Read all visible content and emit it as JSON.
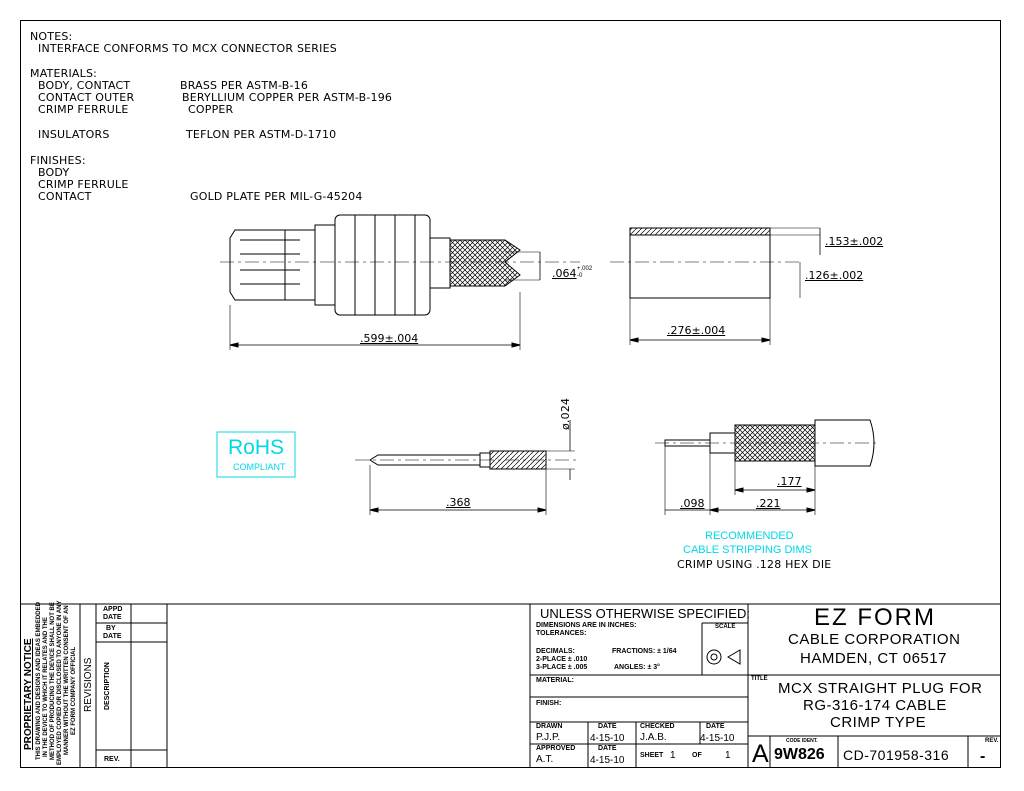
{
  "notes": {
    "heading": "NOTES:",
    "interface": "INTERFACE CONFORMS TO MCX CONNECTOR SERIES"
  },
  "materials": {
    "heading": "MATERIALS:",
    "rows": [
      {
        "label": "BODY, CONTACT",
        "value": "BRASS PER ASTM-B-16"
      },
      {
        "label": "CONTACT OUTER",
        "value": "BERYLLIUM COPPER PER ASTM-B-196"
      },
      {
        "label": "CRIMP FERRULE",
        "value": "COPPER"
      },
      {
        "label": "INSULATORS",
        "value": "TEFLON PER ASTM-D-1710"
      }
    ]
  },
  "finishes": {
    "heading": "FINISHES:",
    "rows": [
      {
        "label": "BODY",
        "value": ""
      },
      {
        "label": "CRIMP FERRULE",
        "value": ""
      },
      {
        "label": "CONTACT",
        "value": "GOLD PLATE PER MIL-G-45204"
      }
    ]
  },
  "dims": {
    "plug_length": ".599±.004",
    "ferrule_dia": ".064",
    "ferrule_tol_plus": "+.002",
    "ferrule_tol_minus": "-0",
    "sleeve_length": ".276±.004",
    "sleeve_od": ".153±.002",
    "sleeve_id": ".126±.002",
    "pin_dia": "ø.024",
    "pin_length": ".368",
    "strip_a": ".177",
    "strip_b": ".221",
    "strip_c": ".098"
  },
  "rohs": {
    "line1": "RoHS",
    "line2": "COMPLIANT"
  },
  "stripping": {
    "line1": "RECOMMENDED",
    "line2": "CABLE STRIPPING DIMS",
    "crimp": "CRIMP USING .128 HEX DIE"
  },
  "proprietary": {
    "title": "PROPRIETARY NOTICE",
    "lines": [
      "THIS DRAWING AND DESIGNS AND IDEAS EMBEDDED",
      "IN THE DEVICE TO WHICH IT RELATES AND THE",
      "METHOD OF PRODUCING THE DEVICE SHALL NOT BE",
      "EMPLOYED COPIED OR DISCLOSED TO ANYONE IN ANY",
      "MANNER WITHOUT THE WRITTEN CONSENT OF AN",
      "EZ FORM COMPANY OFFICIAL"
    ]
  },
  "revisions": {
    "label": "REVISIONS",
    "appd": "APPD",
    "date1": "DATE",
    "by": "BY",
    "date2": "DATE",
    "description": "DESCRIPTION",
    "rev": "REV."
  },
  "tolerance": {
    "heading": "UNLESS OTHERWISE SPECIFIED:",
    "dims_in": "DIMENSIONS ARE IN INCHES:",
    "tolerances": "TOLERANCES:",
    "scale": "SCALE",
    "decimals": "DECIMALS:",
    "fractions": "FRACTIONS:  ± 1/64",
    "two_place": "2-PLACE  ± .010",
    "three_place": "3-PLACE  ± .005",
    "angles": "ANGLES:  ± 3°",
    "material": "MATERIAL:",
    "finish": "FINISH:"
  },
  "signoff": {
    "drawn_label": "DRAWN",
    "drawn_by": "P.J.P.",
    "drawn_date_label": "DATE",
    "drawn_date": "4-15-10",
    "checked_label": "CHECKED",
    "checked_by": "J.A.B.",
    "checked_date_label": "DATE",
    "checked_date": "4-15-10",
    "approved_label": "APPROVED",
    "approved_by": "A.T.",
    "approved_date_label": "DATE",
    "approved_date": "4-15-10",
    "sheet_label": "SHEET",
    "sheet_num": "1",
    "sheet_of": "OF",
    "sheet_total": "1"
  },
  "company": {
    "name": "EZ FORM",
    "line2": "CABLE CORPORATION",
    "line3": "HAMDEN, CT 06517"
  },
  "title_block": {
    "title_label": "TITLE",
    "line1": "MCX STRAIGHT PLUG FOR",
    "line2": "RG-316-174 CABLE",
    "line3": "CRIMP TYPE",
    "size": "A",
    "code_ident_label": "CODE IDENT.",
    "code_ident": "9W826",
    "dwg_no": "CD-701958-316",
    "rev_label": "REV.",
    "rev": "-"
  },
  "colors": {
    "rohs": "#00d8e8",
    "line": "#000000"
  }
}
